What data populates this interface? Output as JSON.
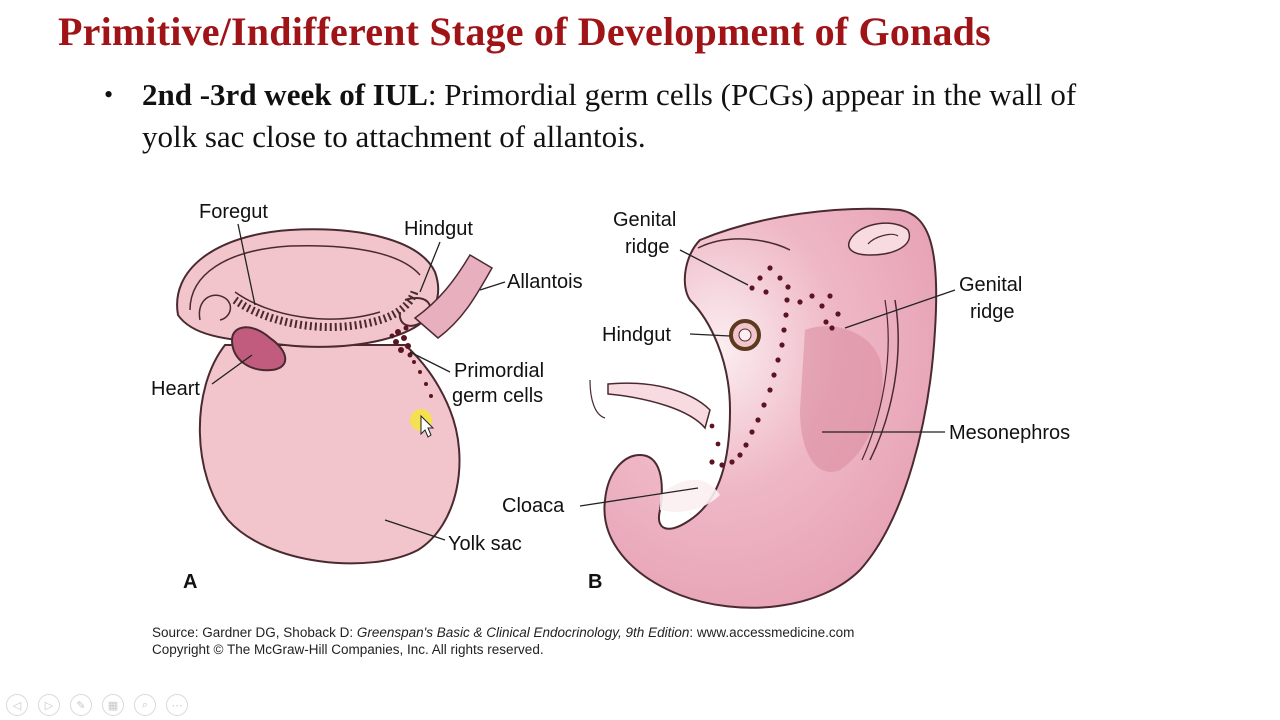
{
  "slide": {
    "title": "Primitive/Indifferent Stage of Development of Gonads",
    "bullet": {
      "marker": "•",
      "bold_part": "2nd -3rd week of IUL",
      "text_part": ": Primordial germ cells (PCGs) appear in the wall of yolk sac close to attachment of allantois."
    }
  },
  "figure": {
    "panel_a": {
      "letter": "A",
      "labels": {
        "foregut": "Foregut",
        "hindgut": "Hindgut",
        "allantois": "Allantois",
        "heart": "Heart",
        "pgc_line1": "Primordial",
        "pgc_line2": "germ cells",
        "yolk_sac": "Yolk sac"
      }
    },
    "panel_b": {
      "letter": "B",
      "labels": {
        "genital_ridge_l1": "Genital",
        "genital_ridge_l2": "ridge",
        "hindgut": "Hindgut",
        "cloaca": "Cloaca",
        "mesonephros": "Mesonephros"
      }
    },
    "colors": {
      "tissue_pink": "#f2c5cc",
      "dark_pink": "#d98a9c",
      "heart": "#c25c7e",
      "outline": "#4a2a30",
      "germ_cells": "#5b1522"
    }
  },
  "source": {
    "prefix": "Source: Gardner DG, Shoback D: ",
    "book_title": "Greenspan's Basic & Clinical Endocrinology, 9th Edition",
    "url": ": www.accessmedicine.com",
    "copyright": "Copyright © The McGraw-Hill Companies, Inc. All rights reserved."
  },
  "nav": {
    "icons": [
      "prev-icon",
      "next-icon",
      "pen-icon",
      "slides-icon",
      "zoom-icon",
      "more-icon"
    ]
  }
}
